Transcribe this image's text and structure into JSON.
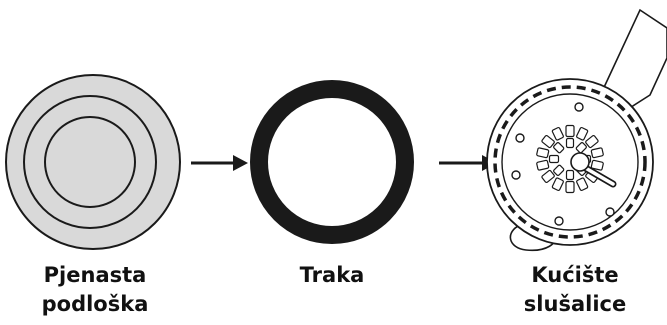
{
  "steps": [
    {
      "label_lines": [
        "Pjenasta",
        "podloška"
      ]
    },
    {
      "label_lines": [
        "Traka"
      ]
    },
    {
      "label_lines": [
        "Kućište",
        "slušalice"
      ]
    }
  ],
  "colors": {
    "outline": "#1a1a1a",
    "foam_fill": "#d9d9d9",
    "housing_fill": "#ffffff",
    "band": "#1a1a1a",
    "text": "#111111"
  }
}
